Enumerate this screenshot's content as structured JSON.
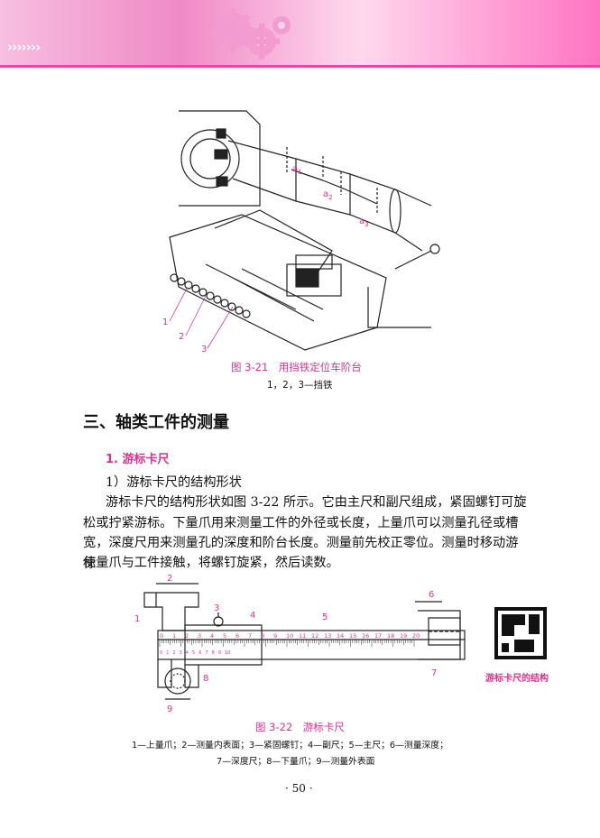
{
  "header": {
    "chevrons": "›››››››"
  },
  "fig21": {
    "caption": "图 3-21　用挡铁定位车阶台",
    "legend": "1，2，3—挡铁",
    "labels": [
      "1",
      "2",
      "3"
    ],
    "dims": [
      "a",
      "a",
      "a"
    ],
    "dim_subs": [
      "1",
      "2",
      "3"
    ]
  },
  "section": {
    "title": "三、轴类工件的测量"
  },
  "subsection": {
    "title": "1. 游标卡尺"
  },
  "body": {
    "item": "1）游标卡尺的结构形状",
    "lines": [
      "游标卡尺的结构形状如图 3-22 所示。它由主尺和副尺组成，紧固螺钉可旋",
      "松或拧紧游标。下量爪用来测量工件的外径或长度，上量爪可以测量孔径或槽",
      "宽，深度尺用来测量孔的深度和阶台长度。测量前先校正零位。测量时移动游标",
      "使量爪与工件接触，将螺钉旋紧，然后读数。"
    ]
  },
  "fig22": {
    "caption": "图 3-22　游标卡尺",
    "legend1": "1—上量爪；2—测量内表面；3—紧固螺钉；4—副尺；5—主尺；6—测量深度；",
    "legend2": "7—深度尺；8—下量爪；9—测量外表面",
    "labels": [
      "1",
      "2",
      "3",
      "4",
      "5",
      "6",
      "7",
      "8",
      "9"
    ],
    "scale_numbers": [
      "0",
      "1",
      "2",
      "3",
      "4",
      "5",
      "6",
      "7",
      "8",
      "9",
      "10",
      "11",
      "12",
      "13",
      "14",
      "15",
      "16",
      "17",
      "18",
      "19",
      "20"
    ],
    "vernier_numbers": [
      "0",
      "1",
      "2",
      "3",
      "4",
      "5",
      "6",
      "7",
      "8",
      "9",
      "10"
    ]
  },
  "qr": {
    "label": "游标卡尺的结构"
  },
  "page": {
    "number": "· 50 ·"
  }
}
